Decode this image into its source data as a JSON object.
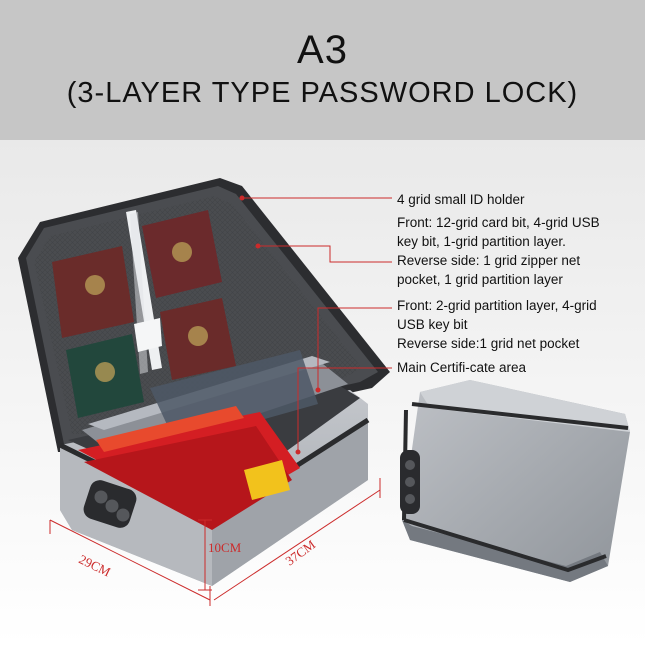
{
  "header": {
    "title": "A3",
    "subtitle": "(3-LAYER TYPE PASSWORD LOCK)"
  },
  "annotations": [
    {
      "lines": [
        "4 grid small ID holder"
      ]
    },
    {
      "lines": [
        "Front: 12-grid card bit, 4-grid USB",
        "key bit, 1-grid partition layer.",
        "Reverse side: 1 grid zipper net",
        "pocket, 1 grid partition layer"
      ]
    },
    {
      "lines": [
        "Front: 2-grid partition layer, 4-grid",
        "USB key bit",
        "Reverse side:1 grid net pocket"
      ]
    },
    {
      "lines": [
        "Main Certifi-cate area"
      ]
    }
  ],
  "dimensions": {
    "width": "29CM",
    "height": "10CM",
    "length": "37CM"
  },
  "colors": {
    "header_bg": "#c6c6c6",
    "bag_gray": "#a9adb3",
    "leader_red": "#cc2b2b"
  }
}
